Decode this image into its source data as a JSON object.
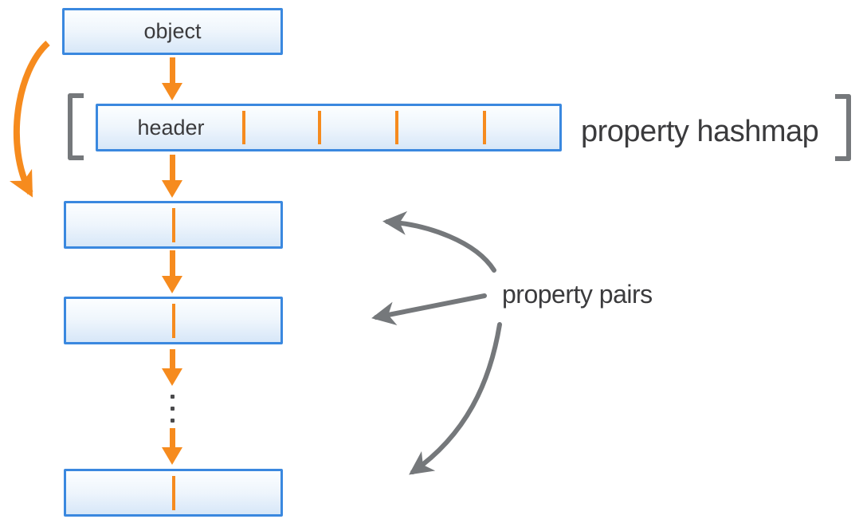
{
  "colors": {
    "accent_orange": "#F68B1E",
    "box_border_blue": "#3A88DF",
    "box_fill_top": "#FCFEFF",
    "box_fill_bottom": "#D7E7F8",
    "arrow_gray": "#75787B",
    "text_dark": "#3B3B3D",
    "dot_gray": "#4A4A4C"
  },
  "object_box": {
    "label": "object"
  },
  "hashmap_row": {
    "header_label": "header",
    "label": "property hashmap",
    "slot_divider_count": 4,
    "bracketed": true
  },
  "pair_list": {
    "label": "property pairs",
    "visible_pair_box_count": 3,
    "ellipsis_dot_count": 3
  }
}
